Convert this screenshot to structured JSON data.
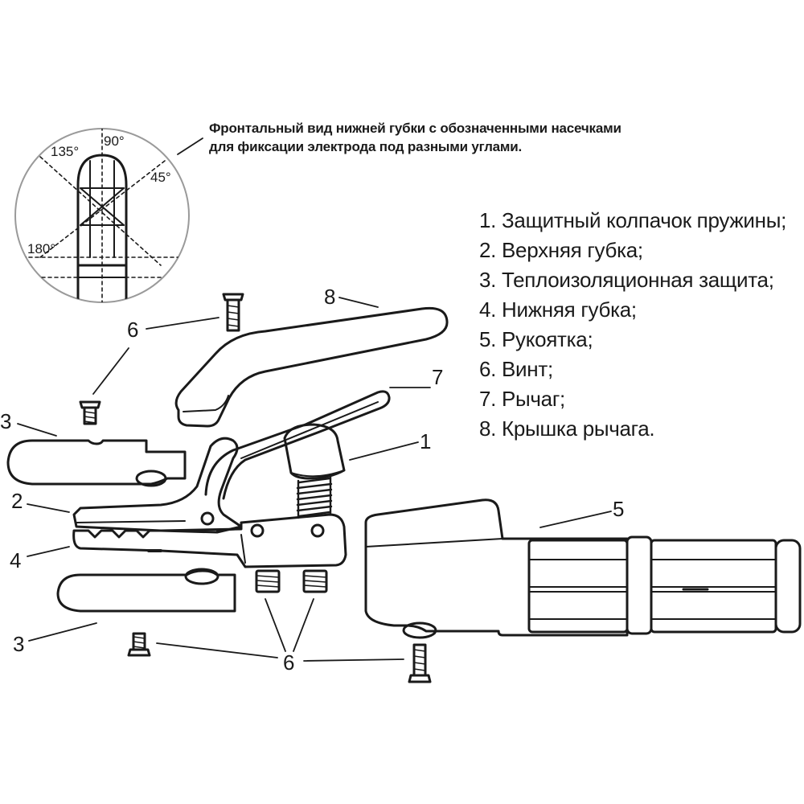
{
  "caption": {
    "line1": "Фронтальный вид нижней губки с обозначенными насечками",
    "line2": "для фиксации электрода под разными углами."
  },
  "angles": {
    "a90": "90°",
    "a135": "135°",
    "a45": "45°",
    "a180": "180°"
  },
  "legend": [
    "1. Защитный колпачок пружины;",
    "2. Верхняя губка;",
    "3. Теплоизоляционная защита;",
    "4. Нижняя губка;",
    "5. Рукоятка;",
    "6. Винт;",
    "7. Рычаг;",
    "8. Крышка рычага."
  ],
  "callouts": {
    "c1": "1",
    "c2": "2",
    "c3": "3",
    "c4": "4",
    "c5": "5",
    "c6": "6",
    "c7": "7",
    "c8": "8"
  },
  "colors": {
    "line": "#1a1a1a",
    "background": "#ffffff"
  }
}
